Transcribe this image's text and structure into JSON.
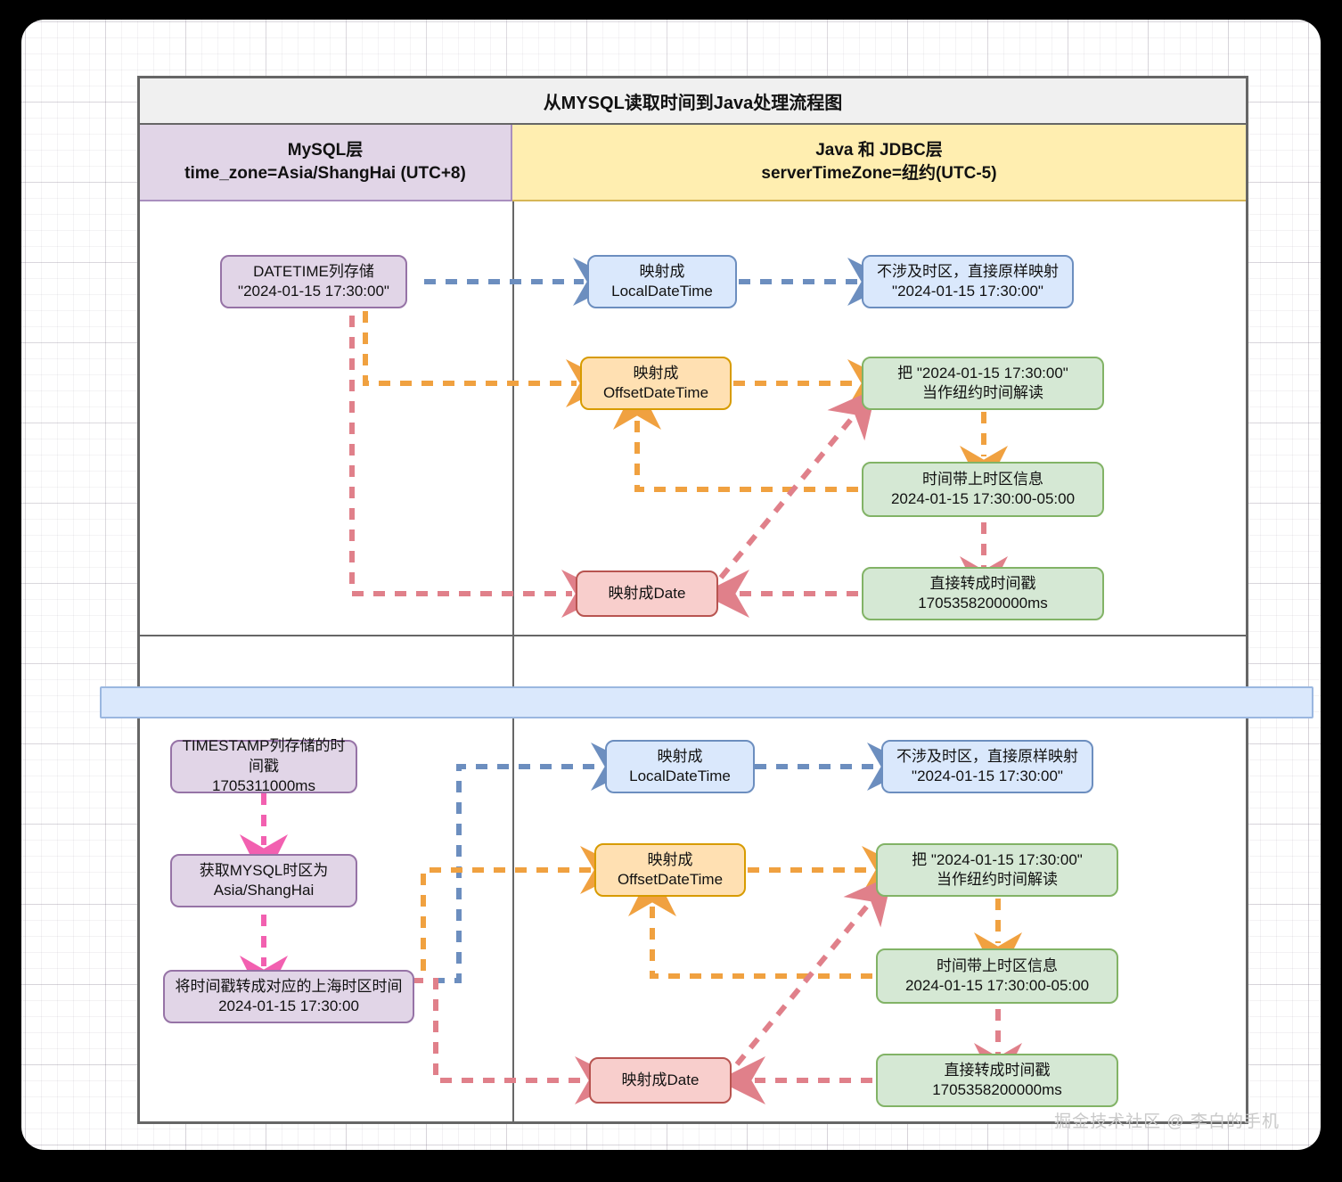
{
  "diagram": {
    "title": "从MYSQL读取时间到Java处理流程图",
    "lanes": [
      {
        "id": "mysql",
        "line1": "MySQL层",
        "line2": "time_zone=Asia/ShangHai (UTC+8)",
        "color": "#e1d5e7"
      },
      {
        "id": "java",
        "line1": "Java 和 JDBC层",
        "line2": "serverTimeZone=纽约(UTC-5)",
        "color": "#ffeeb0"
      }
    ],
    "section_top": {
      "nodes": {
        "datetime_col": {
          "line1": "DATETIME列存储",
          "line2": "\"2024-01-15 17:30:00\"",
          "color": "purple"
        },
        "map_local": {
          "line1": "映射成",
          "line2": "LocalDateTime",
          "color": "blue"
        },
        "local_result": {
          "line1": "不涉及时区，直接原样映射",
          "line2": "\"2024-01-15 17:30:00\"",
          "color": "blue"
        },
        "map_offset": {
          "line1": "映射成",
          "line2": "OffsetDateTime",
          "color": "orange"
        },
        "interpret_ny": {
          "line1": "把 \"2024-01-15 17:30:00\"",
          "line2": "当作纽约时间解读",
          "color": "green"
        },
        "with_zone": {
          "line1": "时间带上时区信息",
          "line2": "2024-01-15 17:30:00-05:00",
          "color": "green"
        },
        "map_date": {
          "line1": "映射成Date",
          "line2": "",
          "color": "red"
        },
        "to_timestamp": {
          "line1": "直接转成时间戳",
          "line2": "1705358200000ms",
          "color": "green"
        }
      }
    },
    "section_bottom": {
      "nodes": {
        "timestamp_col": {
          "line1": "TIMESTAMP列存储的时间戳",
          "line2": "1705311000ms",
          "color": "purple"
        },
        "get_tz": {
          "line1": "获取MYSQL时区为",
          "line2": "Asia/ShangHai",
          "color": "purple"
        },
        "convert_shanghai": {
          "line1": "将时间戳转成对应的上海时区时间",
          "line2": "2024-01-15 17:30:00",
          "color": "purple"
        },
        "map_local": {
          "line1": "映射成",
          "line2": "LocalDateTime",
          "color": "blue"
        },
        "local_result": {
          "line1": "不涉及时区，直接原样映射",
          "line2": "\"2024-01-15 17:30:00\"",
          "color": "blue"
        },
        "map_offset": {
          "line1": "映射成",
          "line2": "OffsetDateTime",
          "color": "orange"
        },
        "interpret_ny": {
          "line1": "把 \"2024-01-15 17:30:00\"",
          "line2": "当作纽约时间解读",
          "color": "green"
        },
        "with_zone": {
          "line1": "时间带上时区信息",
          "line2": "2024-01-15 17:30:00-05:00",
          "color": "green"
        },
        "map_date": {
          "line1": "映射成Date",
          "line2": "",
          "color": "red"
        },
        "to_timestamp": {
          "line1": "直接转成时间戳",
          "line2": "1705358200000ms",
          "color": "green"
        }
      }
    },
    "edge_colors": {
      "blue": "#6c8ebf",
      "orange": "#f0a140",
      "red": "#e0808a",
      "pink": "#f260b0",
      "green_arrow": "#f0a140"
    },
    "divider_band_color": "#dae8fc"
  },
  "watermark": "掘金技术社区 @ 李白的手机"
}
